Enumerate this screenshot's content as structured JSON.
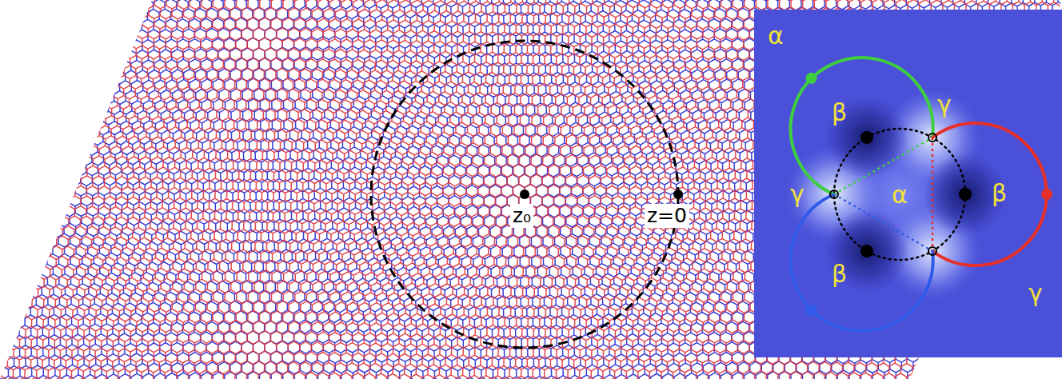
{
  "diagram": {
    "labels": [
      "α",
      "γ",
      "β",
      "γ",
      "α",
      "β",
      "z₀",
      "z=0",
      "β",
      "γ"
    ]
  }
}
